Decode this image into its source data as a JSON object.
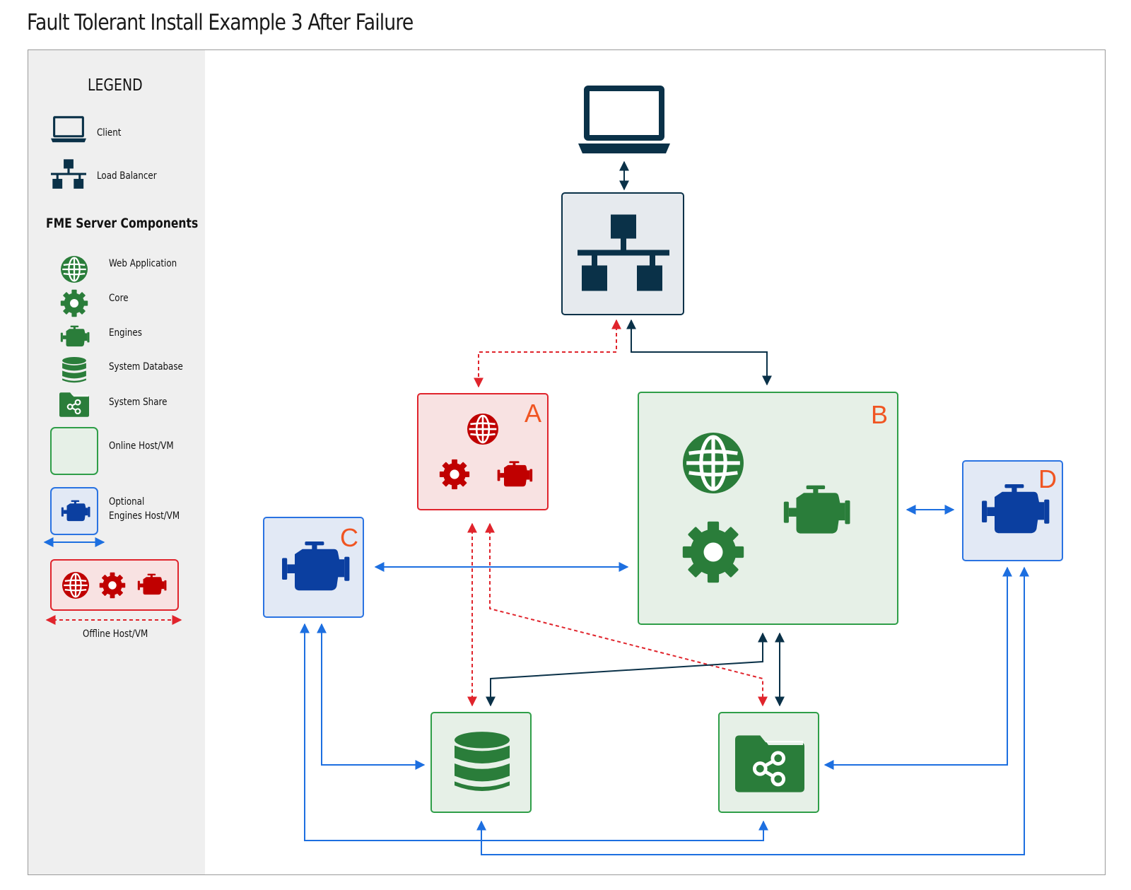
{
  "title": "Fault Tolerant Install Example 3 After Failure",
  "legend": {
    "title": "LEGEND",
    "client": "Client",
    "load_balancer": "Load Balancer",
    "components_heading": "FME Server Components",
    "web_application": "Web Application",
    "core": "Core",
    "engines": "Engines",
    "system_database": "System Database",
    "system_share": "System Share",
    "online_host": "Online Host/VM",
    "optional_engines_line1": "Optional",
    "optional_engines_line2": "Engines Host/VM",
    "offline_host": "Offline Host/VM"
  },
  "hosts": {
    "a": {
      "label": "A",
      "status": "offline"
    },
    "b": {
      "label": "B",
      "status": "online"
    },
    "c": {
      "label": "C",
      "status": "optional engines"
    },
    "d": {
      "label": "D",
      "status": "optional engines"
    }
  },
  "colors": {
    "navy": "#0a3148",
    "green": "#2a7d3a",
    "red": "#c00000",
    "blue": "#0b3fa0",
    "online_border": "#2f9e48",
    "offline_border": "#e0242c",
    "optional_border": "#2a73e2",
    "letter": "#f05522",
    "connector_navy": "#0a3148",
    "connector_blue": "#1d6fe0",
    "connector_red_dashed": "#e0242c"
  }
}
